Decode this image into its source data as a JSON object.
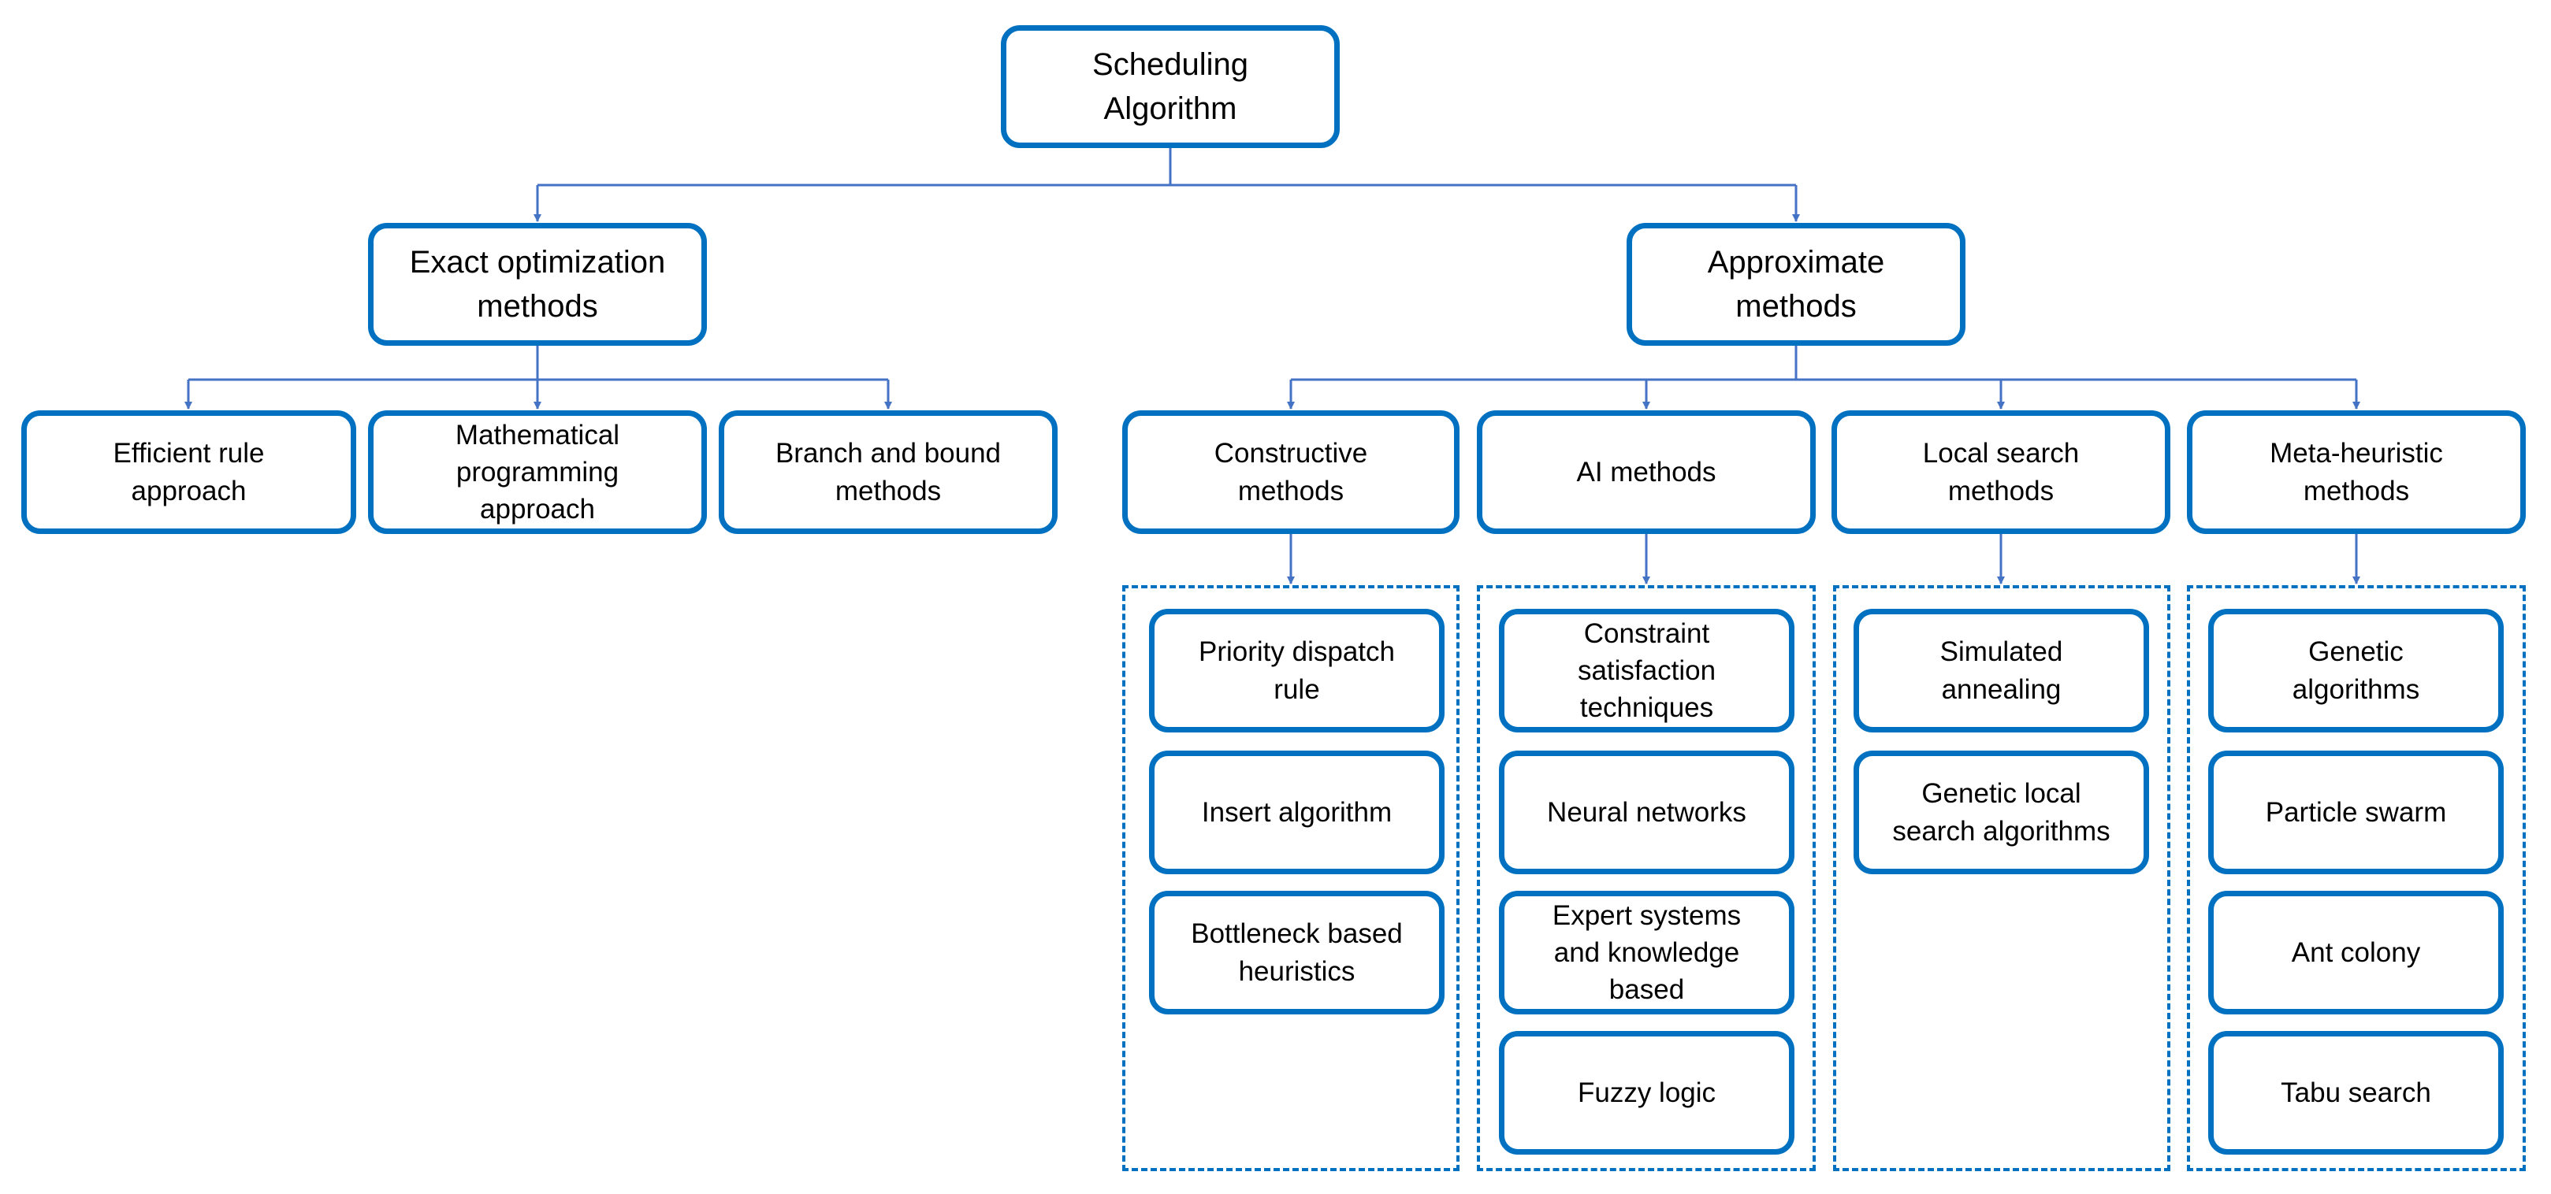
{
  "diagram": {
    "root": "Scheduling\nAlgorithm",
    "exact": {
      "title": "Exact optimization\nmethods",
      "children": [
        "Efficient rule\napproach",
        "Mathematical\nprogramming\napproach",
        "Branch and bound\nmethods"
      ]
    },
    "approx": {
      "title": "Approximate\nmethods",
      "categories": [
        {
          "label": "Constructive\nmethods",
          "items": [
            "Priority dispatch\nrule",
            "Insert algorithm",
            "Bottleneck based\nheuristics"
          ]
        },
        {
          "label": "AI methods",
          "items": [
            "Constraint\nsatisfaction\ntechniques",
            "Neural networks",
            "Expert systems\nand knowledge\nbased",
            "Fuzzy logic"
          ]
        },
        {
          "label": "Local search\nmethods",
          "items": [
            "Simulated\nannealing",
            "Genetic local\nsearch algorithms"
          ]
        },
        {
          "label": "Meta-heuristic\nmethods",
          "items": [
            "Genetic\nalgorithms",
            "Particle swarm",
            "Ant colony",
            "Tabu search"
          ]
        }
      ]
    },
    "colors": {
      "stroke": "#0070C0",
      "connector": "#4472C4",
      "text": "#000000",
      "background": "#FFFFFF"
    }
  }
}
